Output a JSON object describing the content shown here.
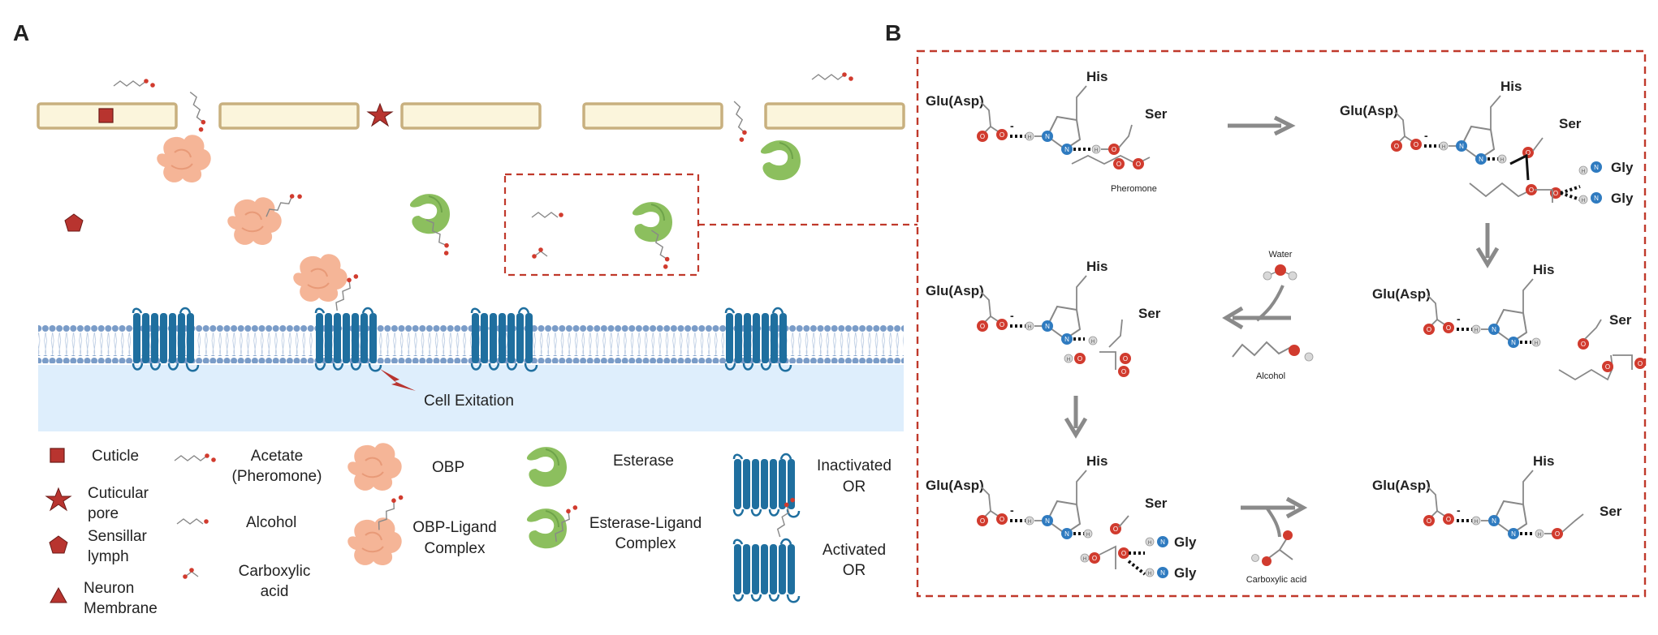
{
  "panels": {
    "a": "A",
    "b": "B"
  },
  "panel_a": {
    "cell_excitation": "Cell Exitation",
    "legend": {
      "cuticle": "Cuticle",
      "cuticular_pore": [
        "Cuticular",
        "pore"
      ],
      "sensillar_lymph": [
        "Sensillar",
        "lymph"
      ],
      "neuron_membrane": [
        "Neuron",
        "Membrane"
      ],
      "acetate": [
        "Acetate",
        "(Pheromone)"
      ],
      "alcohol": "Alcohol",
      "carboxylic_acid": [
        "Carboxylic",
        "acid"
      ],
      "obp": "OBP",
      "obp_ligand": [
        "OBP-Ligand",
        "Complex"
      ],
      "esterase": "Esterase",
      "esterase_ligand": [
        "Esterase-Ligand",
        "Complex"
      ],
      "inactivated_or": [
        "Inactivated",
        "OR"
      ],
      "activated_or": [
        "Activated",
        "OR"
      ]
    }
  },
  "panel_b": {
    "his": "His",
    "ser": "Ser",
    "glu": "Glu(Asp)",
    "gly": "Gly",
    "pheromone": "Pheromone",
    "water": "Water",
    "alcohol": "Alcohol",
    "carboxylic_acid": "Carboxylic acid",
    "atoms": {
      "o": "O",
      "n": "N",
      "h": "H",
      "minus": "-"
    }
  },
  "colors": {
    "cuticle_fill": "#fbf5dc",
    "cuticle_stroke": "#c8b07f",
    "marker_red": "#b8342f",
    "obp": "#f5b597",
    "esterase": "#8cbf5e",
    "receptor": "#1f6f9f",
    "membrane_head": "#7a9cc8",
    "cytoplasm": "#deeefc",
    "dashed_red": "#c0392b",
    "oxygen": "#d13b2e",
    "nitrogen": "#2f7bc0",
    "hydrogen": "#d8d8d8",
    "arrow_gray": "#8a8a8a"
  }
}
